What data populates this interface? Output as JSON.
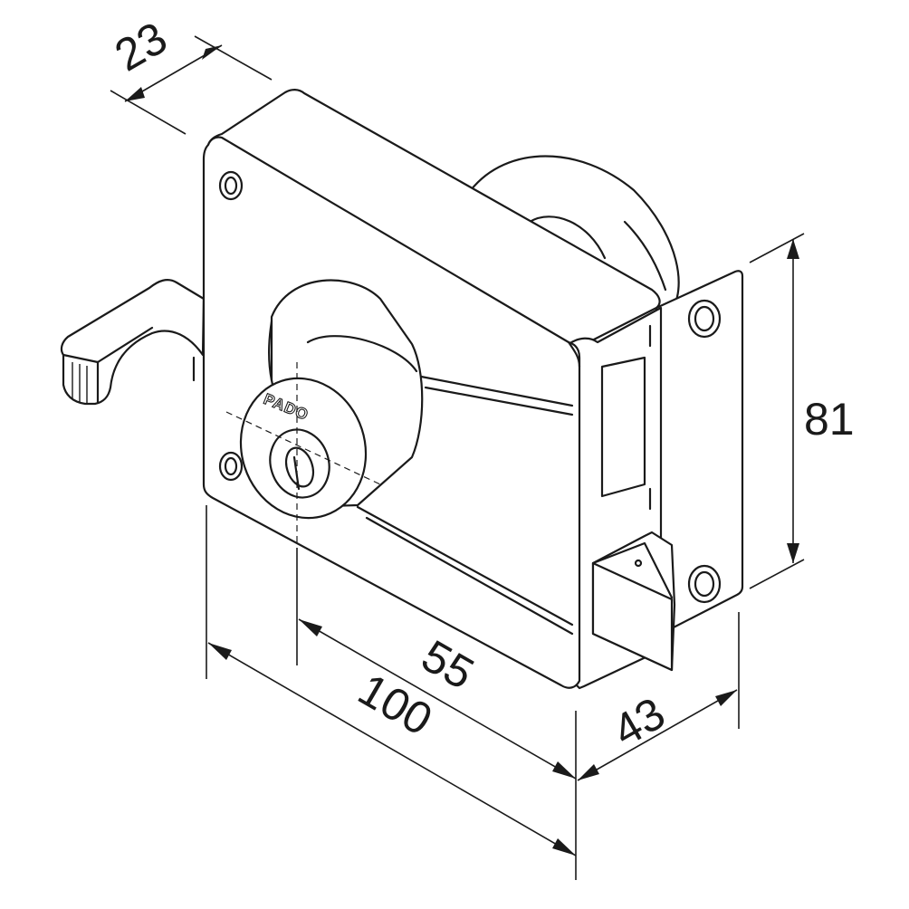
{
  "drawing": {
    "brand": "PADO",
    "dimensions": {
      "depth": "23",
      "height": "81",
      "backset": "55",
      "width": "100",
      "strike_depth": "43"
    }
  }
}
